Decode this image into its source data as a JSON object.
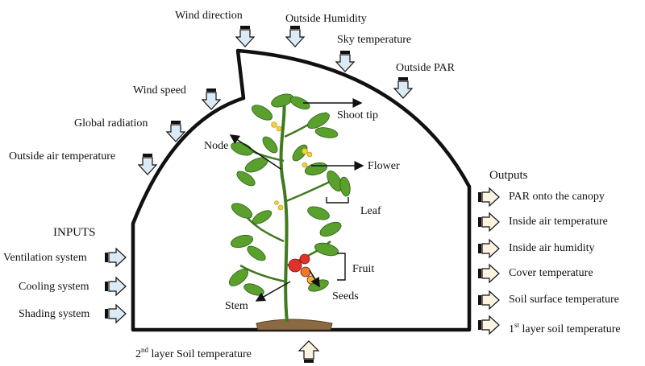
{
  "top_inputs": {
    "wind_direction": "Wind direction",
    "outside_humidity": "Outside Humidity",
    "sky_temperature": "Sky temperature",
    "outside_par": "Outside PAR",
    "wind_speed": "Wind speed",
    "global_radiation": "Global radiation",
    "outside_air_temperature": "Outside air temperature"
  },
  "inputs": {
    "header": "INPUTS",
    "items": [
      "Ventilation system",
      "Cooling system",
      "Shading system"
    ]
  },
  "bottom_input": {
    "sup": "nd",
    "pre": "2",
    "text": " layer Soil temperature"
  },
  "outputs": {
    "header": "Outputs",
    "items": [
      "PAR onto the canopy",
      "Inside air temperature",
      "Inside air humidity",
      "Cover temperature",
      "Soil surface temperature"
    ],
    "last": {
      "pre": "1",
      "sup": "st",
      "text": " layer soil temperature"
    }
  },
  "plant_parts": {
    "shoot_tip": "Shoot tip",
    "node": "Node",
    "flower": "Flower",
    "leaf": "Leaf",
    "fruit": "Fruit",
    "seeds": "Seeds",
    "stem": "Stem"
  },
  "colors": {
    "input_arrow_fill": "#dbeaf7",
    "output_arrow_fill": "#fdf3e0",
    "leaf_green": "#5aa02c",
    "fruit_red": "#e0322a"
  }
}
